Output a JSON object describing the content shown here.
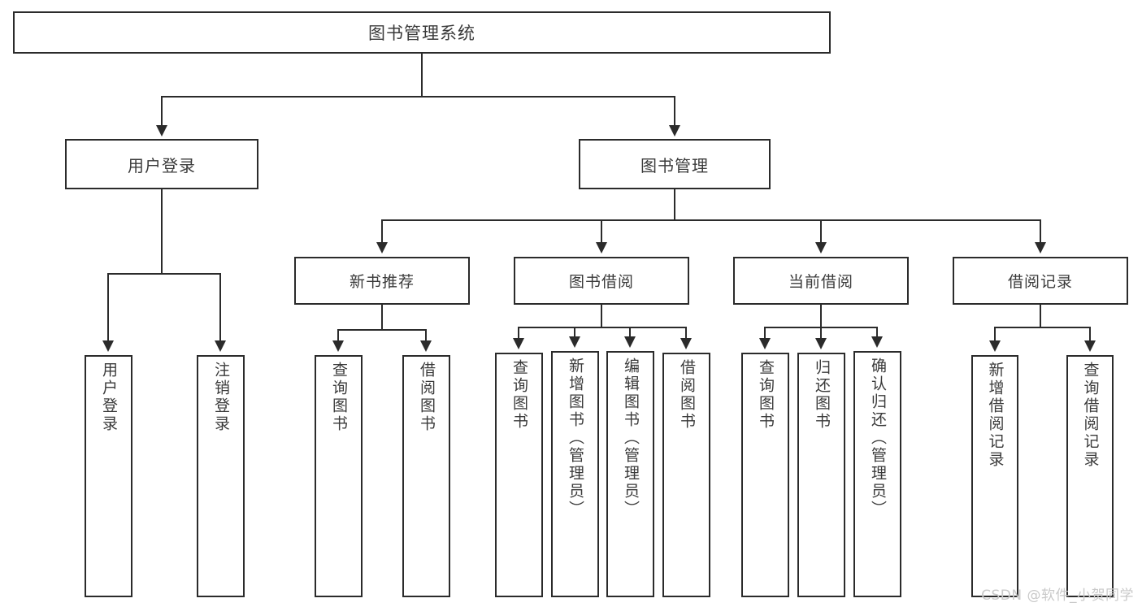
{
  "diagram": {
    "type": "tree",
    "title": "图书管理系统",
    "root": {
      "label": "图书管理系统"
    },
    "level2": [
      {
        "label": "用户登录"
      },
      {
        "label": "图书管理"
      }
    ],
    "level3": [
      {
        "label": "新书推荐"
      },
      {
        "label": "图书借阅"
      },
      {
        "label": "当前借阅"
      },
      {
        "label": "借阅记录"
      }
    ],
    "leaves": {
      "user_login": [
        {
          "label": "用户登录"
        },
        {
          "label": "注销登录"
        }
      ],
      "new_book_recommend": [
        {
          "label": "查询图书"
        },
        {
          "label": "借阅图书"
        }
      ],
      "book_borrow": [
        {
          "label": "查询图书"
        },
        {
          "label": "新增图书（管理员）"
        },
        {
          "label": "编辑图书（管理员）"
        },
        {
          "label": "借阅图书"
        }
      ],
      "current_borrow": [
        {
          "label": "查询图书"
        },
        {
          "label": "归还图书"
        },
        {
          "label": "确认归还（管理员）"
        }
      ],
      "borrow_record": [
        {
          "label": "新增借阅记录"
        },
        {
          "label": "查询借阅记录"
        }
      ]
    }
  },
  "watermark": {
    "text": "CSDN @软件_小贺同学"
  },
  "colors": {
    "background": "#ffffff",
    "border": "#2b2b2b",
    "text": "#3a3a3a",
    "watermark": "#c9c9c9"
  }
}
